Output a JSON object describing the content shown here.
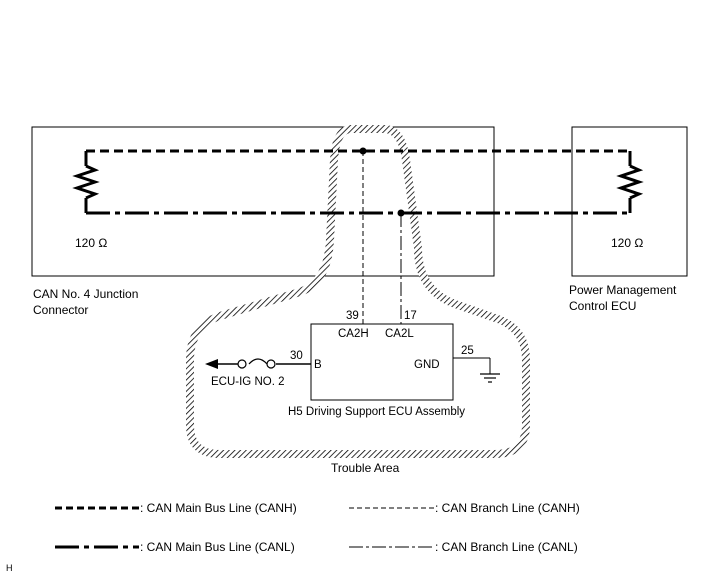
{
  "junction_connector": {
    "name_line1": "CAN No. 4 Junction",
    "name_line2": "Connector",
    "resistance": "120 Ω"
  },
  "power_ecu": {
    "name_line1": "Power Management",
    "name_line2": "Control ECU",
    "resistance": "120 Ω"
  },
  "driving_support_ecu": {
    "name": "H5  Driving Support ECU Assembly",
    "pin_ca2h_number": "39",
    "pin_ca2h_label": "CA2H",
    "pin_ca2l_number": "17",
    "pin_ca2l_label": "CA2L",
    "pin_b_number": "30",
    "pin_b_label": "B",
    "pin_gnd_number": "25",
    "pin_gnd_label": "GND",
    "power_source": "ECU-IG NO. 2"
  },
  "trouble_area_label": "Trouble Area",
  "legend": {
    "main_canh": ": CAN Main Bus Line (CANH)",
    "branch_canh": ": CAN Branch Line (CANH)",
    "main_canl": ": CAN Main Bus Line (CANL)",
    "branch_canl": ": CAN Branch Line (CANL)"
  },
  "corner_mark": "H"
}
